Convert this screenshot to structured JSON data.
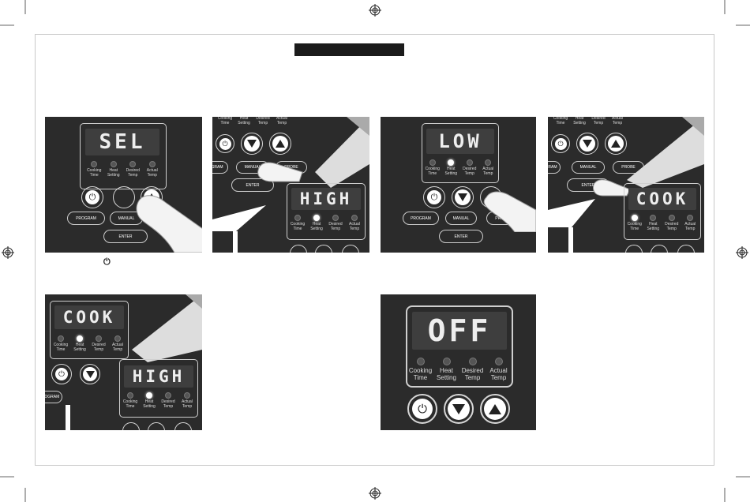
{
  "panels": {
    "p1": {
      "display": "SEL",
      "leds": [
        "Cooking\nTime",
        "Heat\nSetting",
        "Desired\nTemp",
        "Actual\nTemp"
      ],
      "program": "PROGRAM",
      "manual": "MANUAL",
      "enter": "ENTER"
    },
    "p2": {
      "display": "HIGH",
      "top_leds": [
        "Cooking\nTime",
        "Heat\nSetting",
        "Desired\nTemp",
        "Actual\nTemp"
      ],
      "leds": [
        "Cooking\nTime",
        "Heat\nSetting",
        "Desired\nTemp",
        "Actual\nTemp"
      ],
      "manual": "MANUAL",
      "probe": "PROBE",
      "enter": "ENTER",
      "program": "GRAM"
    },
    "p3": {
      "display": "LOW",
      "leds": [
        "Cooking\nTime",
        "Heat\nSetting",
        "Desired\nTemp",
        "Actual\nTemp"
      ],
      "program": "PROGRAM",
      "manual": "MANUAL",
      "probe": "PROBE",
      "enter": "ENTER"
    },
    "p4": {
      "display": "COOK",
      "top_leds": [
        "Cooking\nTime",
        "Heat\nSetting",
        "Desired\nTemp",
        "Actual\nTemp"
      ],
      "leds": [
        "Cooking\nTime",
        "Heat\nSetting",
        "Desired\nTemp",
        "Actual\nTemp"
      ],
      "manual": "MANUAL",
      "probe": "PROBE",
      "enter": "ENTER",
      "program": "GRAM"
    },
    "p5": {
      "display": "COOK",
      "display2": "HIGH",
      "leds": [
        "Cooking\nTime",
        "Heat\nSetting",
        "Desired\nTemp",
        "Actual\nTemp"
      ],
      "program": "ROGRAM"
    },
    "p6": {
      "display": "OFF",
      "leds": [
        "Cooking\nTime",
        "Heat\nSetting",
        "Desired\nTemp",
        "Actual\nTemp"
      ]
    }
  },
  "power_glyph": "⏻"
}
